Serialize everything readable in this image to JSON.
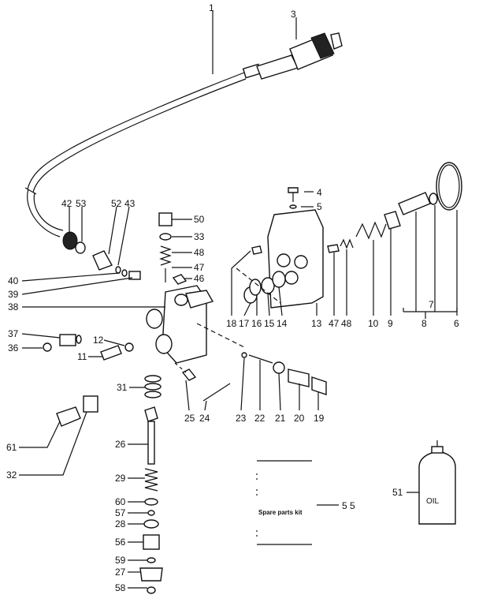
{
  "callouts": {
    "n1": "1",
    "n3": "3",
    "n4": "4",
    "n5": "5",
    "n42": "42",
    "n53": "53",
    "n52": "52",
    "n43": "43",
    "n50": "50",
    "n33": "33",
    "n48a": "48",
    "n47a": "47",
    "n46": "46",
    "n40": "40",
    "n39": "39",
    "n38": "38",
    "n37": "37",
    "n36": "36",
    "n12": "12",
    "n11": "11",
    "n31": "31",
    "n61": "61",
    "n32": "32",
    "n26": "26",
    "n29": "29",
    "n60": "60",
    "n57": "57",
    "n28": "28",
    "n56": "56",
    "n59": "59",
    "n27": "27",
    "n58": "58",
    "n18": "18",
    "n17": "17",
    "n16": "16",
    "n15": "15",
    "n14": "14",
    "n13": "13",
    "n47b": "47",
    "n48b": "48",
    "n10": "10",
    "n9": "9",
    "n7": "7",
    "n8": "8",
    "n6": "6",
    "n25": "25",
    "n24": "24",
    "n23": "23",
    "n22": "22",
    "n21": "21",
    "n20": "20",
    "n19": "19",
    "n55": "5 5",
    "n51": "51"
  },
  "kit_label": "Spare parts kit",
  "oil_label": "OIL"
}
